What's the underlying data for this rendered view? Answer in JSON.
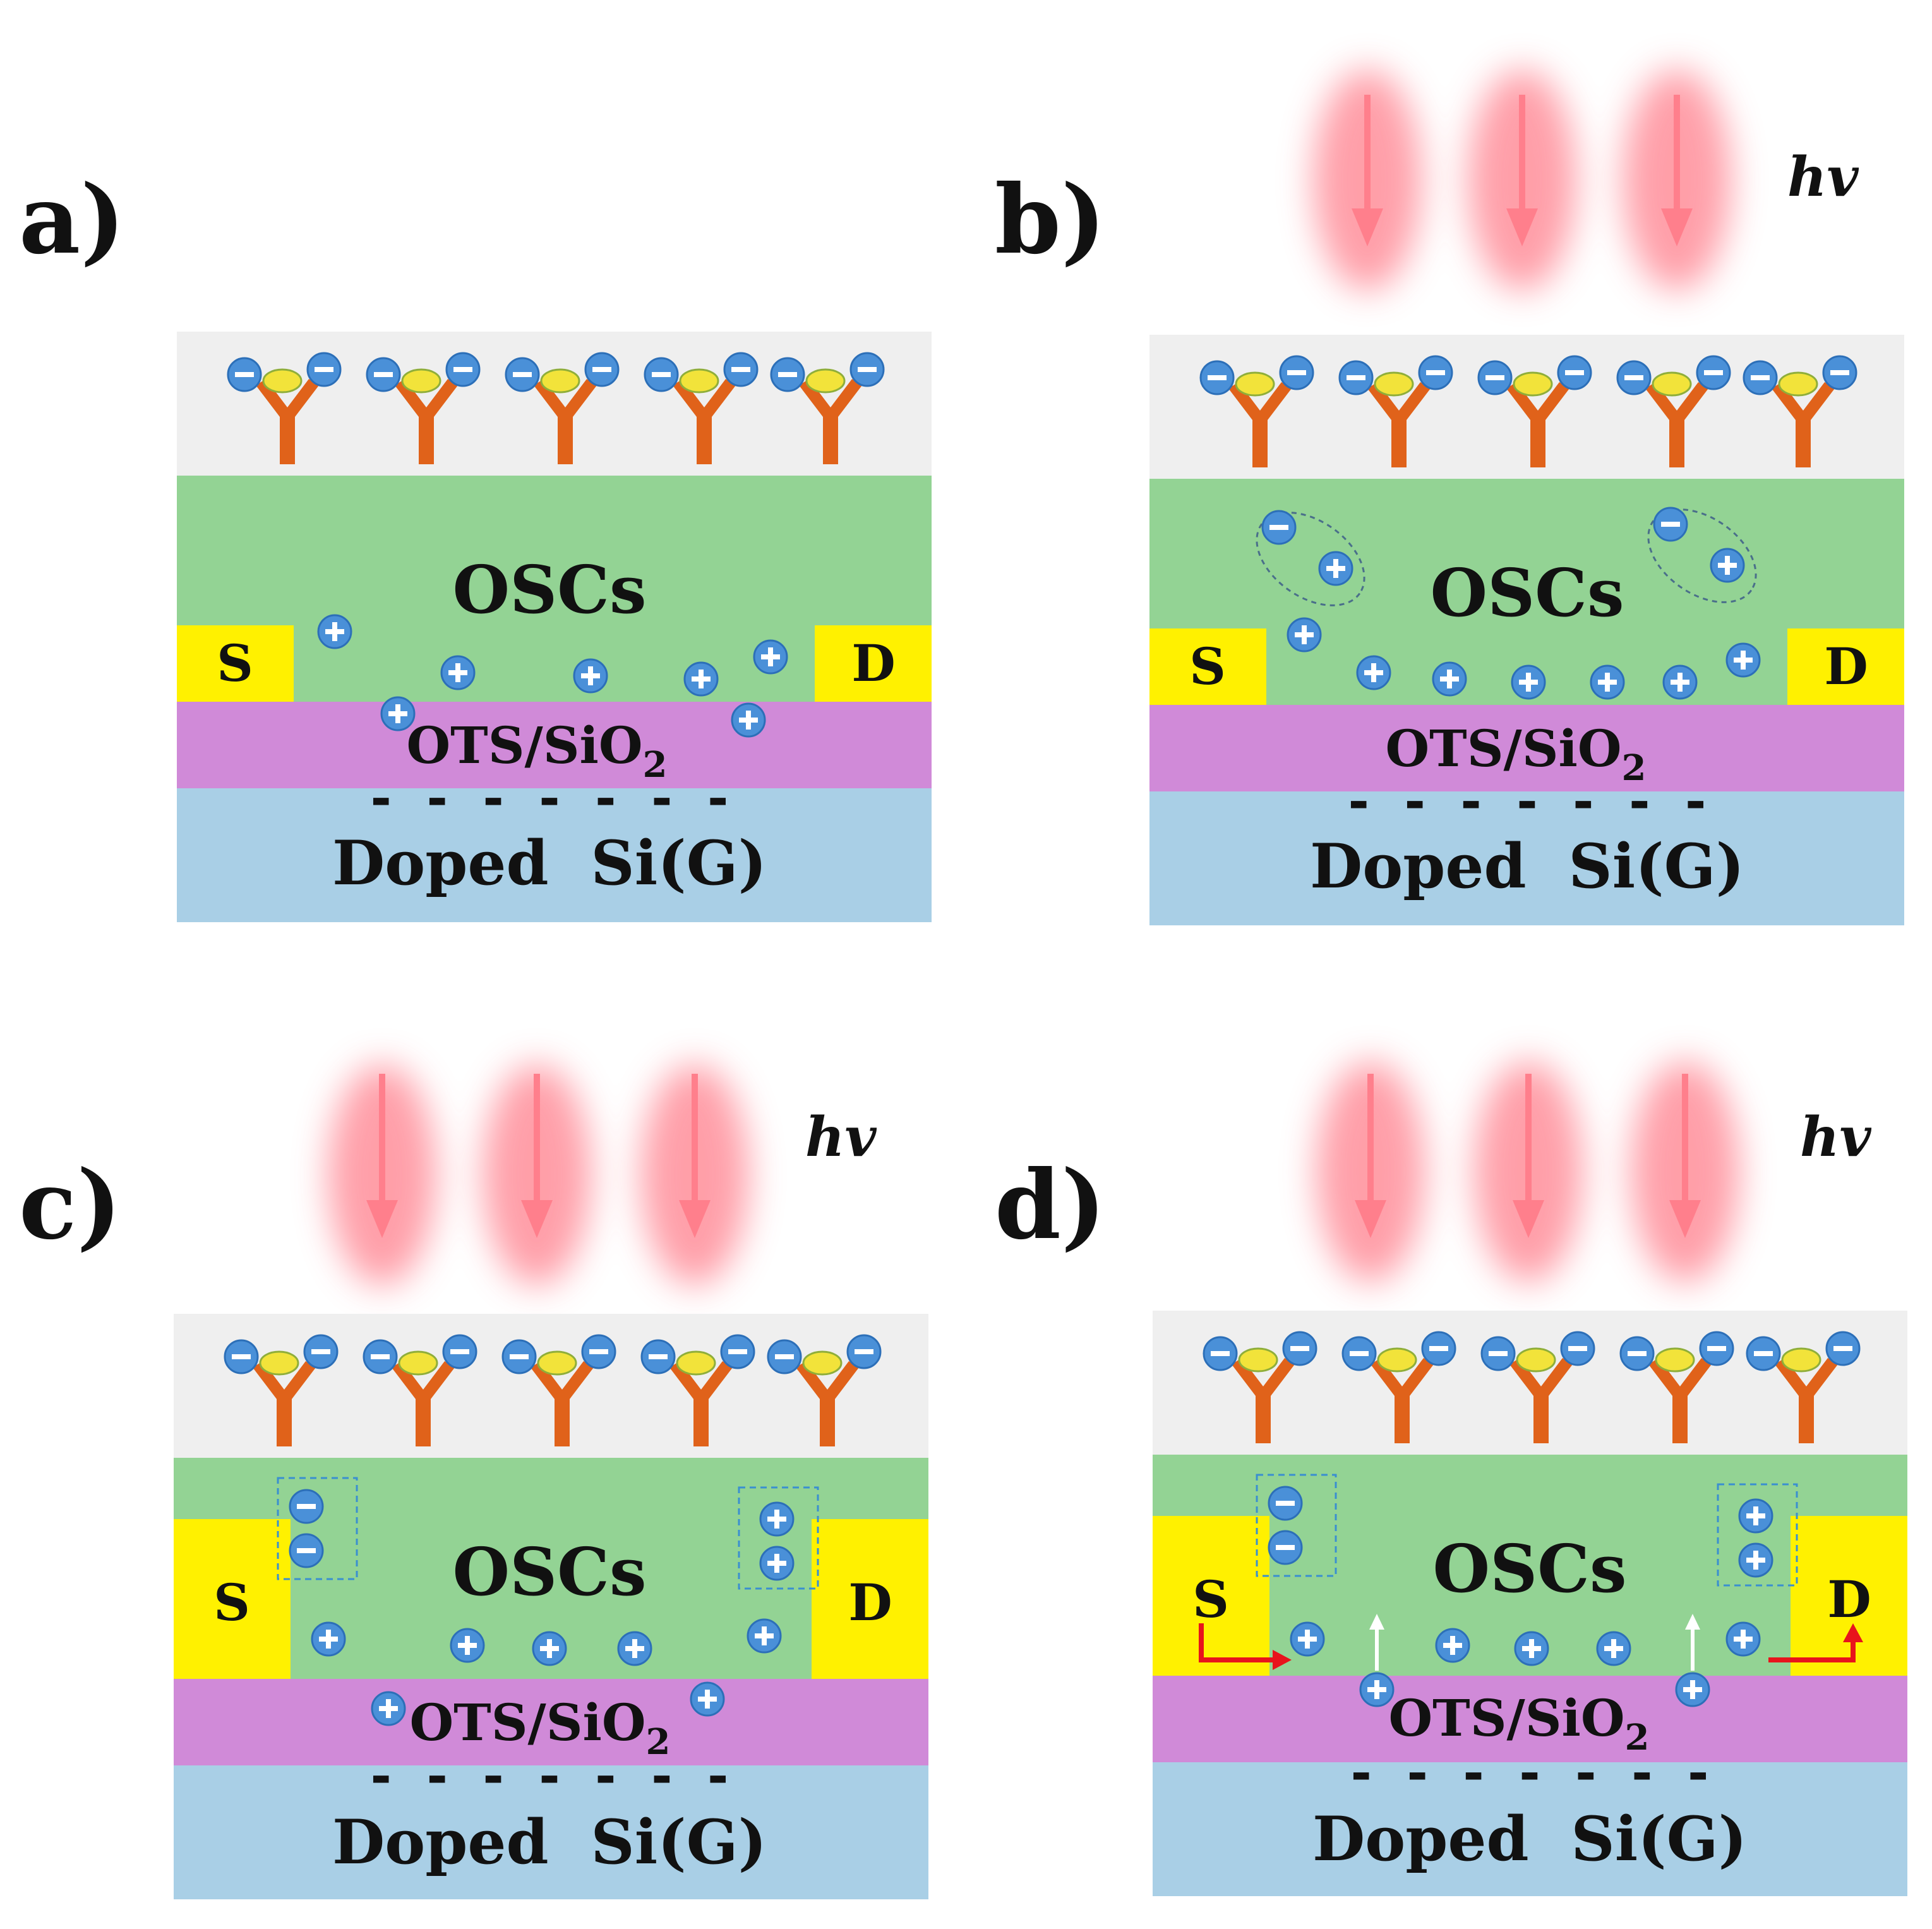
{
  "figure": {
    "colors": {
      "top_layer": "#efefef",
      "osc": "#93d394",
      "electrode": "#fff100",
      "ots": "#d08ad8",
      "gate": "#a9cfe6",
      "charge_fill": "#4a90d8",
      "antibody": "#e0621a",
      "antigen": "#f2e33a",
      "light": "#ff7f8c",
      "transport_arrow": "#e8141c",
      "lift_arrow": "#ffffff"
    },
    "panels": [
      {
        "id": "a",
        "label": "a)",
        "light": false,
        "hv": "",
        "osc": "OSCs",
        "source": "S",
        "drain": "D",
        "ots": "OTS/SiO",
        "ots_sub": "2",
        "gate_minus": "-  -  -  -  -  -  -",
        "gate": "Doped  Si(G)",
        "excitons": false,
        "trapped": false,
        "transport": false
      },
      {
        "id": "b",
        "label": "b)",
        "light": true,
        "hv": "hv",
        "osc": "OSCs",
        "source": "S",
        "drain": "D",
        "ots": "OTS/SiO",
        "ots_sub": "2",
        "gate_minus": "-  -  -  -  -  -  -",
        "gate": "Doped  Si(G)",
        "excitons": true,
        "trapped": false,
        "transport": false
      },
      {
        "id": "c",
        "label": "c)",
        "light": true,
        "hv": "hv",
        "osc": "OSCs",
        "source": "S",
        "drain": "D",
        "ots": "OTS/SiO",
        "ots_sub": "2",
        "gate_minus": "-  -  -  -  -  -  -",
        "gate": "Doped  Si(G)",
        "excitons": false,
        "trapped": true,
        "transport": false
      },
      {
        "id": "d",
        "label": "d)",
        "light": true,
        "hv": "hv",
        "osc": "OSCs",
        "source": "S",
        "drain": "D",
        "ots": "OTS/SiO",
        "ots_sub": "2",
        "gate_minus": "-  -  -  -  -  -  -",
        "gate": "Doped  Si(G)",
        "excitons": false,
        "trapped": true,
        "transport": true
      }
    ]
  }
}
